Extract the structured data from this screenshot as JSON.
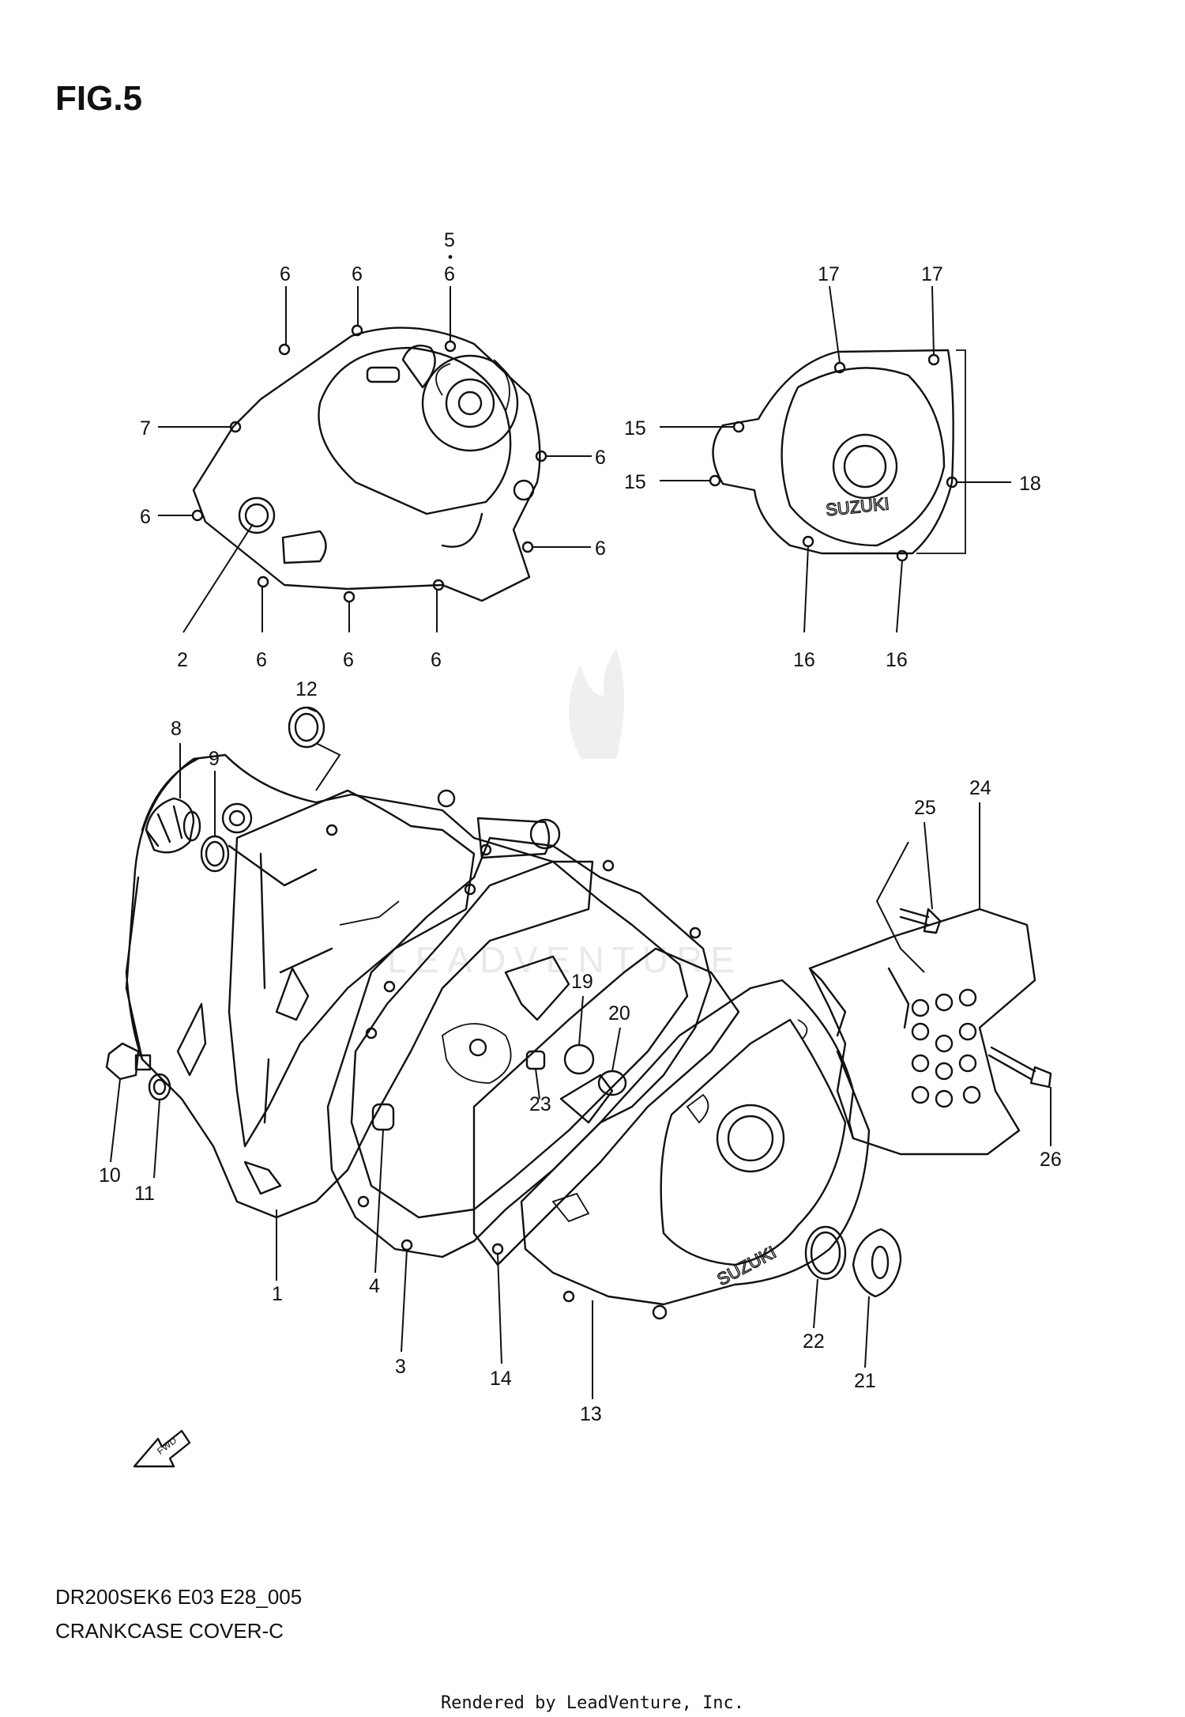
{
  "figure": {
    "title": "FIG.5"
  },
  "footer": {
    "code": "DR200SEK6 E03 E28_005",
    "name": "CRANKCASE COVER-C",
    "rendered_by": "Rendered by LeadVenture, Inc."
  },
  "watermark": {
    "text": "LEADVENTURE"
  },
  "embossing": {
    "upper_cover": "SUZUKI",
    "lower_cover": "SUZUKI"
  },
  "arrow": {
    "label": "FWD"
  },
  "callouts": {
    "c5": "5",
    "c6a": "6",
    "c6b": "6",
    "c6c": "6",
    "c6d": "6",
    "c6e": "6",
    "c6f": "6",
    "c6g": "6",
    "c6h": "6",
    "c6i": "6",
    "c7": "7",
    "c2": "2",
    "c17a": "17",
    "c17b": "17",
    "c15a": "15",
    "c15b": "15",
    "c18": "18",
    "c16a": "16",
    "c16b": "16",
    "c12": "12",
    "c8": "8",
    "c9": "9",
    "c25": "25",
    "c24": "24",
    "c19": "19",
    "c20": "20",
    "c23": "23",
    "c26": "26",
    "c10": "10",
    "c11": "11",
    "c1": "1",
    "c4": "4",
    "c3": "3",
    "c14": "14",
    "c13": "13",
    "c22": "22",
    "c21": "21"
  }
}
